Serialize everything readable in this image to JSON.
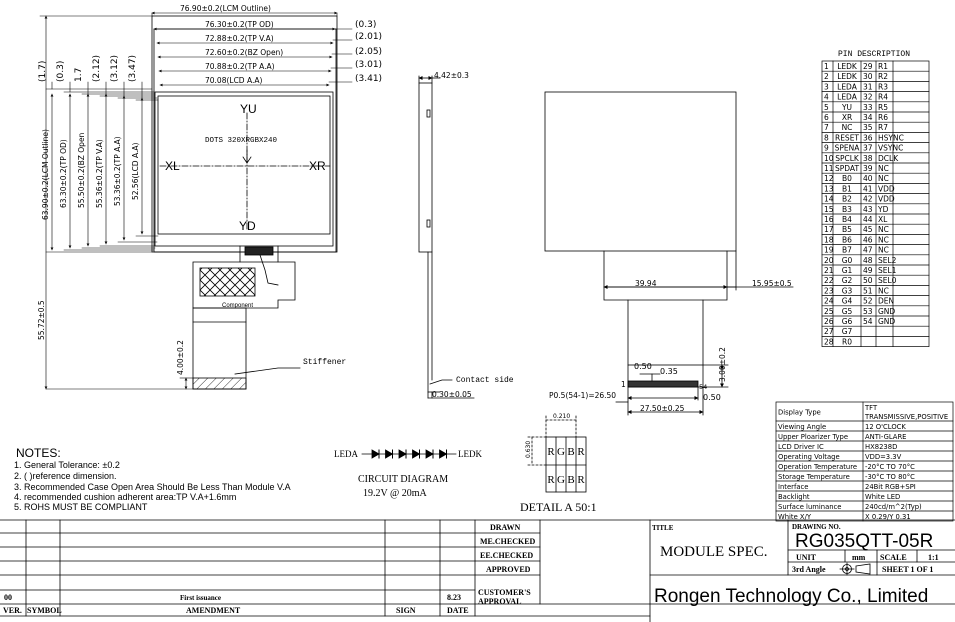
{
  "front_view": {
    "dims_horizontal": [
      {
        "label": "76.90±0.2(LCM Outline)",
        "right": ""
      },
      {
        "label": "76.30±0.2(TP OD)",
        "right": "(0.3)"
      },
      {
        "label": "72.88±0.2(TP V.A)",
        "right": "(2.01)"
      },
      {
        "label": "72.60±0.2(BZ Open)",
        "right": "(2.05)"
      },
      {
        "label": "70.88±0.2(TP A.A)",
        "right": "(3.01)"
      },
      {
        "label": "70.08(LCD A.A)",
        "right": "(3.41)"
      }
    ],
    "dims_vertical_top": [
      "(1.7)",
      "(0.3)",
      "1.7",
      "(2.12)",
      "(3.12)",
      "(3.47)"
    ],
    "dims_vertical": [
      "63.90±0.2(LCM Outline)",
      "63.30±0.2(TP OD)",
      "55.50±0.2(BZ Open",
      "55.36±0.2(TP V.A)",
      "53.36±0.2(TP A.A)",
      "52.56(LCD A.A)"
    ],
    "total_height": "55.72±0.5",
    "fpc_dim": "4.00±0.2",
    "yu": "YU",
    "yd": "YD",
    "xl": "XL",
    "xr": "XR",
    "dots": "DOTS 320XRGBX240",
    "component": "Component",
    "stiffener": "Stiffener"
  },
  "side_view": {
    "thickness": "4.42±0.3",
    "contact_side": "Contact side",
    "fpc_thickness": "0.30±0.05"
  },
  "rear_view": {
    "dim_left": "39.94",
    "dim_right": "15.95±0.5",
    "pad_050": "0.50",
    "pad_035": "0.35",
    "pin1": "1",
    "pin54": "54",
    "pitch": "P0.5(54-1)=26.50",
    "pad_050b": "0.50",
    "fpc_width": "27.50±0.25",
    "fpc_len": "3.00±0.2"
  },
  "pin_description": {
    "title": "PIN DESCRIPTION",
    "rows": [
      [
        "1",
        "LEDK",
        "29",
        "R1"
      ],
      [
        "2",
        "LEDK",
        "30",
        "R2"
      ],
      [
        "3",
        "LEDA",
        "31",
        "R3"
      ],
      [
        "4",
        "LEDA",
        "32",
        "R4"
      ],
      [
        "5",
        "YU",
        "33",
        "R5"
      ],
      [
        "6",
        "XR",
        "34",
        "R6"
      ],
      [
        "7",
        "NC",
        "35",
        "R7"
      ],
      [
        "8",
        "RESET",
        "36",
        "HSYNC"
      ],
      [
        "9",
        "SPENA",
        "37",
        "VSYNC"
      ],
      [
        "10",
        "SPCLK",
        "38",
        "DCLK"
      ],
      [
        "11",
        "SPDAT",
        "39",
        "NC"
      ],
      [
        "12",
        "B0",
        "40",
        "NC"
      ],
      [
        "13",
        "B1",
        "41",
        "VDD"
      ],
      [
        "14",
        "B2",
        "42",
        "VDD"
      ],
      [
        "15",
        "B3",
        "43",
        "YD"
      ],
      [
        "16",
        "B4",
        "44",
        "XL"
      ],
      [
        "17",
        "B5",
        "45",
        "NC"
      ],
      [
        "18",
        "B6",
        "46",
        "NC"
      ],
      [
        "19",
        "B7",
        "47",
        "NC"
      ],
      [
        "20",
        "G0",
        "48",
        "SEL2"
      ],
      [
        "21",
        "G1",
        "49",
        "SEL1"
      ],
      [
        "22",
        "G2",
        "50",
        "SEL0"
      ],
      [
        "23",
        "G3",
        "51",
        "NC"
      ],
      [
        "24",
        "G4",
        "52",
        "DEN"
      ],
      [
        "25",
        "G5",
        "53",
        "GND"
      ],
      [
        "26",
        "G6",
        "54",
        "GND"
      ],
      [
        "27",
        "G7",
        "",
        ""
      ],
      [
        "28",
        "R0",
        "",
        ""
      ]
    ]
  },
  "notes": {
    "title": "NOTES:",
    "items": [
      "1. General Tolerance: ±0.2",
      "2. (    )reference dimension.",
      "3. Recommended Case Open Area Should Be Less Than Module V.A",
      "4. recommended cushion adherent area:TP V.A+1.6mm",
      "5. ROHS   MUST BE COMPLIANT"
    ]
  },
  "circuit": {
    "leda": "LEDA",
    "ledk": "LEDK",
    "title": "CIRCUIT DIAGRAM",
    "spec": "19.2V @ 20mA"
  },
  "detail": {
    "caption": "DETAIL A   50:1",
    "top_dim": "0.210",
    "side_dim": "0.630",
    "cells": [
      "R",
      "G",
      "B",
      "R"
    ]
  },
  "spec_table": [
    [
      "Display Type",
      "TFT\nTRANSMISSIVE,POSITIVE"
    ],
    [
      "Viewing Angle",
      "12 O'CLOCK"
    ],
    [
      "Upper Ploarizer Type",
      "ANTI-GLARE"
    ],
    [
      "LCD Driver IC",
      "HX8238D"
    ],
    [
      "Operating Voltage",
      "VDD=3.3V"
    ],
    [
      "Operation Temperature",
      "-20°C TO 70°C"
    ],
    [
      "Storage Temperature",
      "-30°C TO 80°C"
    ],
    [
      "Interface",
      "24Bit RGB+SPI"
    ],
    [
      "Backlight",
      "White LED"
    ],
    [
      "Surface luminance",
      "240cd/m^2(Typ)"
    ],
    [
      "White X/Y",
      "X 0.29/Y 0.31"
    ]
  ],
  "title_block": {
    "drawn": "DRAWN",
    "me_checked": "ME.CHECKED",
    "ee_checked": "EE.CHECKED",
    "approved": "APPROVED",
    "customer_approval": "CUSTOMER'S\nAPPROVAL",
    "ver": "VER.",
    "symbol": "SYMBOL",
    "amendment": "AMENDMENT",
    "sign": "SIGN",
    "date": "DATE",
    "rev": "00",
    "amend_text": "First issuance",
    "date_val": "8.23",
    "title_label": "TITLE",
    "title": "MODULE SPEC.",
    "drawing_no_label": "DRAWING NO.",
    "drawing_no": "RG035QTT-05R",
    "unit_label": "UNIT",
    "unit": "mm",
    "scale_label": "SCALE",
    "scale": "1:1",
    "angle": "3rd Angle",
    "sheet": "SHEET 1 OF 1",
    "company": "Rongen Technology Co., Limited"
  }
}
